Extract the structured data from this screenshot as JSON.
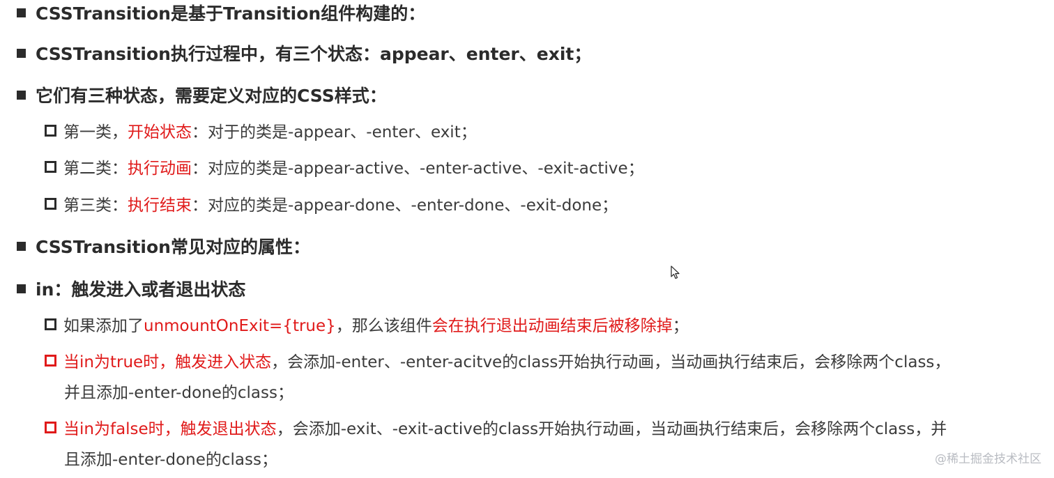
{
  "items": [
    {
      "text": "CSSTransition是基于Transition组件构建的："
    },
    {
      "text": "CSSTransition执行过程中，有三个状态：appear、enter、exit；"
    },
    {
      "text": "它们有三种状态，需要定义对应的CSS样式："
    },
    {
      "prefix": "第一类，",
      "highlight": "开始状态",
      "suffix": "：对于的类是-appear、-enter、exit；"
    },
    {
      "prefix": "第二类：",
      "highlight": "执行动画",
      "suffix": "：对应的类是-appear-active、-enter-active、-exit-active；"
    },
    {
      "prefix": "第三类：",
      "highlight": "执行结束",
      "suffix": "：对应的类是-appear-done、-enter-done、-exit-done；"
    },
    {
      "text": "CSSTransition常见对应的属性："
    },
    {
      "text": "in：触发进入或者退出状态"
    },
    {
      "prefix": "如果添加了",
      "highlight": "unmountOnExit={true}",
      "middle": "，那么该组件",
      "highlight2": "会在执行退出动画结束后被移除掉",
      "suffix": "；"
    },
    {
      "highlight": "当in为true时，触发进入状态",
      "suffix": "，会添加-enter、-enter-acitve的class开始执行动画，当动画执行结束后，会移除两个class，",
      "continuation": "并且添加-enter-done的class；"
    },
    {
      "highlight": "当in为false时，触发退出状态",
      "suffix": "，会添加-exit、-exit-active的class开始执行动画，当动画执行结束后，会移除两个class，并",
      "continuation": "且添加-enter-done的class；"
    }
  ],
  "watermark": "@稀土掘金技术社区",
  "colors": {
    "text": "#3b3b3b",
    "heading": "#2b2b2b",
    "accent": "#e01a1a",
    "watermark": "#b9bcc2"
  }
}
